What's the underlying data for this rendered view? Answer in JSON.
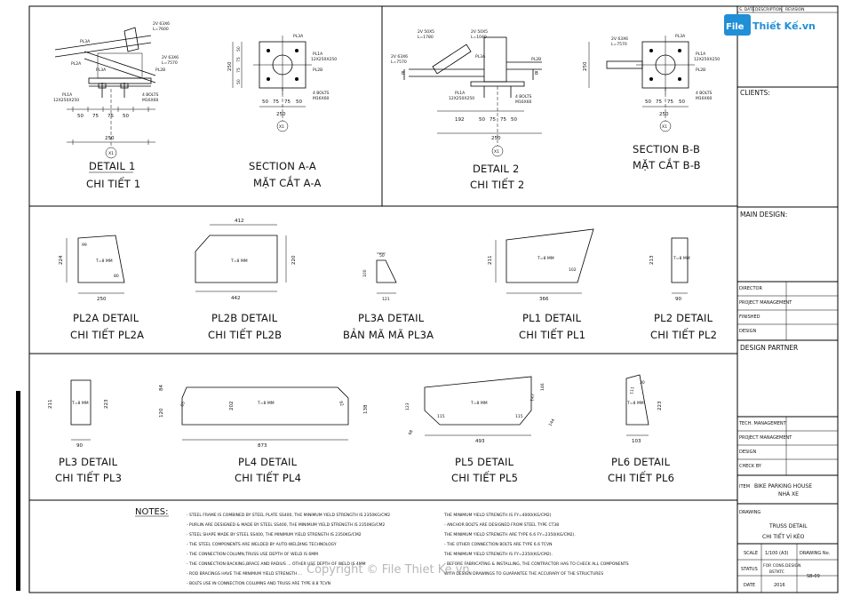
{
  "watermark": {
    "brand_icon_text": "File",
    "brand_text": "Thiết Kế.vn",
    "copyright": "Copyright © File Thiet Ke.vn"
  },
  "titleblock": {
    "header": [
      "S. DATE",
      "DESCRIPTION",
      "REVISION"
    ],
    "clients": "CLIENTS:",
    "main_design": "MAIN DESIGN:",
    "director": "DIRECTOR",
    "project_management": "PROJECT MANAGEMENT",
    "finished": "FINISHED",
    "design": "DESIGN",
    "design_partner": "DESIGN PARTNER",
    "tech_management": "TECH. MANAGEMENT",
    "project_management2": "PROJECT MANAGEMENT",
    "design2": "DESIGN",
    "check_by": "CHECK BY",
    "item_label": "ITEM",
    "item_value": "BIKE PARKING HOUSE",
    "item_value2": "NHÀ XE",
    "drawing_label": "DRAWING",
    "drawing_value": "TRUSS DETAIL",
    "drawing_value2": "CHI TIẾT VÌ KÈO",
    "scale_label": "SCALE",
    "scale_value": "1/100 (A3)",
    "drawing_no_label": "DRAWING No.",
    "drawing_no": "SB-09",
    "status_label": "STATUS",
    "status_value": "FOR CONS.DESIGN",
    "status_value2": "BSTKTC",
    "date_label": "DATE",
    "date_value": "2016"
  },
  "details": {
    "d1": {
      "en": "DETAIL 1",
      "vi": "CHI TIẾT 1"
    },
    "sa": {
      "en": "SECTION A-A",
      "vi": "MẶT CẮT A-A"
    },
    "d2": {
      "en": "DETAIL 2",
      "vi": "CHI TIẾT 2"
    },
    "sb": {
      "en": "SECTION B-B",
      "vi": "MẶT CẮT B-B"
    },
    "pl2a": {
      "en": "PL2A DETAIL",
      "vi": "CHI TIẾT PL2A"
    },
    "pl2b": {
      "en": "PL2B DETAIL",
      "vi": "CHI TIẾT PL2B"
    },
    "pl3a": {
      "en": "PL3A DETAIL",
      "vi": "BẢN MÃ MÃ PL3A"
    },
    "pl1": {
      "en": "PL1 DETAIL",
      "vi": "CHI TIẾT PL1"
    },
    "pl2": {
      "en": "PL2 DETAIL",
      "vi": "CHI TIẾT PL2"
    },
    "pl3": {
      "en": "PL3 DETAIL",
      "vi": "CHI TIẾT PL3"
    },
    "pl4": {
      "en": "PL4 DETAIL",
      "vi": "CHI TIẾT PL4"
    },
    "pl5": {
      "en": "PL5 DETAIL",
      "vi": "CHI TIẾT PL5"
    },
    "pl6": {
      "en": "PL6 DETAIL",
      "vi": "CHI TIẾT PL6"
    }
  },
  "dims": {
    "d1_total": "250",
    "d1_50": "50",
    "d1_75a": "75",
    "d1_75b": "75",
    "d1_50b": "50",
    "d1_pl1a": "PL1A",
    "d1_pl1a_size": "12X250X250",
    "d1_bolts": "4 BOLTS",
    "d1_bolts2": "M16X60",
    "d1_pl3a": "PL3A",
    "d1_pl2a": "PL2A",
    "d1_pl2b": "PL2B",
    "d1_2v63": "2V 63X6",
    "d1_l7600": "L=7600",
    "d1_2v63b": "2V 63X6",
    "d1_l7570": "L=7570",
    "sa_250": "250",
    "sa_50": "50",
    "sa_75a": "75",
    "sa_75b": "75",
    "sa_50b": "50",
    "sa_h250": "250",
    "sa_h50": "50",
    "sa_h75a": "75",
    "sa_h75b": "75",
    "sa_h50b": "50",
    "sa_pl3a": "PL3A",
    "sa_pl1a": "PL1A",
    "sa_pl1a_size": "12X250X250",
    "sa_pl2b": "PL2B",
    "sa_bolts": "4 BOLTS",
    "sa_bolts2": "M16X60",
    "d2_250": "250",
    "d2_192": "192",
    "d2_50": "50",
    "d2_75a": "75",
    "d2_75b": "75",
    "d2_50b": "50",
    "d2_2v50": "2V 50X5",
    "d2_l1780": "L=1780",
    "d2_2v50b": "2V 50X5",
    "d2_l1040": "L=1040",
    "d2_2v63": "2V 63X6",
    "d2_l7570": "L=7570",
    "d2_pl1a": "PL1A",
    "d2_pl1a_size": "12X250X250",
    "d2_bolts": "4 BOLTS",
    "d2_bolts2": "M16X60",
    "d2_pl3a": "PL3A",
    "d2_pl2b": "PL2B",
    "d2_b": "B",
    "sb_2v63": "2V 63X6",
    "sb_l7570": "L=7570",
    "sb_250": "250",
    "sb_50": "50",
    "sb_75a": "75",
    "sb_75b": "75",
    "sb_50b": "50",
    "sb_h250": "250",
    "sb_pl3a": "PL3A",
    "sb_pl1a": "PL1A",
    "sb_pl1a_size": "12X250X250",
    "sb_pl2b": "PL2B",
    "sb_bolts": "4 BOLTS",
    "sb_bolts2": "M16X60",
    "pl2a_w": "250",
    "pl2a_h": "224",
    "pl2a_r1": "99",
    "pl2a_r2": "80",
    "thk": "T=8 MM",
    "pl2b_top": "412",
    "pl2b_bot": "442",
    "pl2b_h": "220",
    "pl3a_top": "50",
    "pl3a_bot": "121",
    "pl3a_h": "100",
    "pl1_w": "366",
    "pl1_h": "211",
    "pl1_r": "102",
    "pl2_w": "90",
    "pl2_h": "213",
    "pl3_w": "90",
    "pl3_h1": "211",
    "pl3_h2": "223",
    "pl4_w": "873",
    "pl4_h1": "120",
    "pl4_h2": "202",
    "pl4_h3": "138",
    "pl4_a": "84",
    "pl4_r1": "85",
    "pl4_r2": "82",
    "pl5_w": "493",
    "pl5_h1": "115",
    "pl5_h2": "115",
    "pl5_a": "123",
    "pl5_b": "147",
    "pl5_c": "146",
    "pl5_d": "144",
    "pl5_e": "68",
    "pl6_w": "103",
    "pl6_h": "223",
    "pl6_a": "111",
    "pl6_b": "30"
  },
  "axis_label": "X1",
  "notes": {
    "title": "NOTES:",
    "left": [
      "- STEEL FRAME IS COMBINED BY STEEL PLATE SS400, THE MINIMUM YIELD STRENGTH IS 2350KG/CM2",
      "- PURLIN ARE DESIGNED & MADE BY STEEL SS400, THE MINIMUM YIELD STRENGTH IS 2350KG/CM2",
      "- STEEL SHAPE MADE BY STEEL SS400, THE MINIMUM YIELD STRENGTH IS 2350KG/CM2",
      "- THE STEEL COMPONENTS ARE WELDED BY AUTO-WELDING TECHNOLOGY",
      "- THE CONNECTION COLUMN,TRUSS USE DEPTH OF WELD IS 6MM",
      "- THE CONNECTION BACKING,BRACE AND RADIUS ... OTHER USE DEPTH OF WELD IS 4MM",
      "- ROD BRACINGS HAVE THE MINIMUM YIELD STRENGTH ...",
      "- BOLTS USE IN CONNECTION COLUMNS AND TRUSS ARE TYPE 8.8 TCVN"
    ],
    "right": [
      "THE MINIMUM YIELD STRENGTH IS FY=4000(KG/CM2)",
      "- ANCHOR BOLTS ARE DESIGNED FROM STEEL TYPE CT38",
      "  THE MINIMUM YIELD STRENGTH ARE TYPE 6.6 FY=2350(KG/CM2).",
      "- THE OTHER CONNECTION BOLTS ARE TYPE 6.6 TCVN",
      "  THE MINIMUM YIELD STRENGTH IS FY=2350(KG/CM2).",
      "- BEFORE FABRICATING & INSTALLING, THE CONTRACTOR HAS TO CHECK ALL COMPONENTS",
      "  WITH DESIGN DRAWINGS TO GUARANTEE THE ACCURARY OF THE STRUCTURES"
    ]
  }
}
